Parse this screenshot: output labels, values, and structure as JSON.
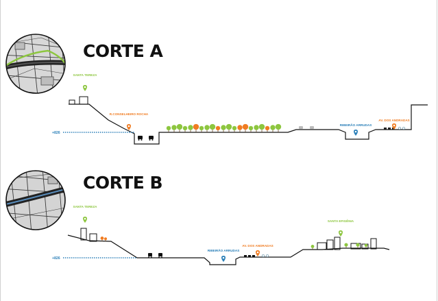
{
  "sections": [
    {
      "title": "CORTE A",
      "level_label": "+826",
      "markers": [
        {
          "label": "SANTA TEREZA",
          "color": "#8dc63f"
        },
        {
          "label": "R.CONSELHEIRO ROCHA",
          "color": "#f07c22"
        },
        {
          "label": "RIBEIRÃO ARRUDAS",
          "color": "#2a7fb8"
        },
        {
          "label": "AV. DOS ANDRADAS",
          "color": "#f07c22"
        }
      ]
    },
    {
      "title": "CORTE B",
      "level_label": "+826",
      "markers": [
        {
          "label": "SANTA TEREZA",
          "color": "#8dc63f"
        },
        {
          "label": "RIBEIRÃO ARRUDAS",
          "color": "#2a7fb8"
        },
        {
          "label": "AV. DOS ANDRADAS",
          "color": "#f07c22"
        },
        {
          "label": "SANTA EFIGÊNIA",
          "color": "#8dc63f"
        }
      ]
    }
  ],
  "colors": {
    "green": "#8dc63f",
    "orange": "#f07c22",
    "blue": "#2a7fb8",
    "ink": "#111111"
  }
}
